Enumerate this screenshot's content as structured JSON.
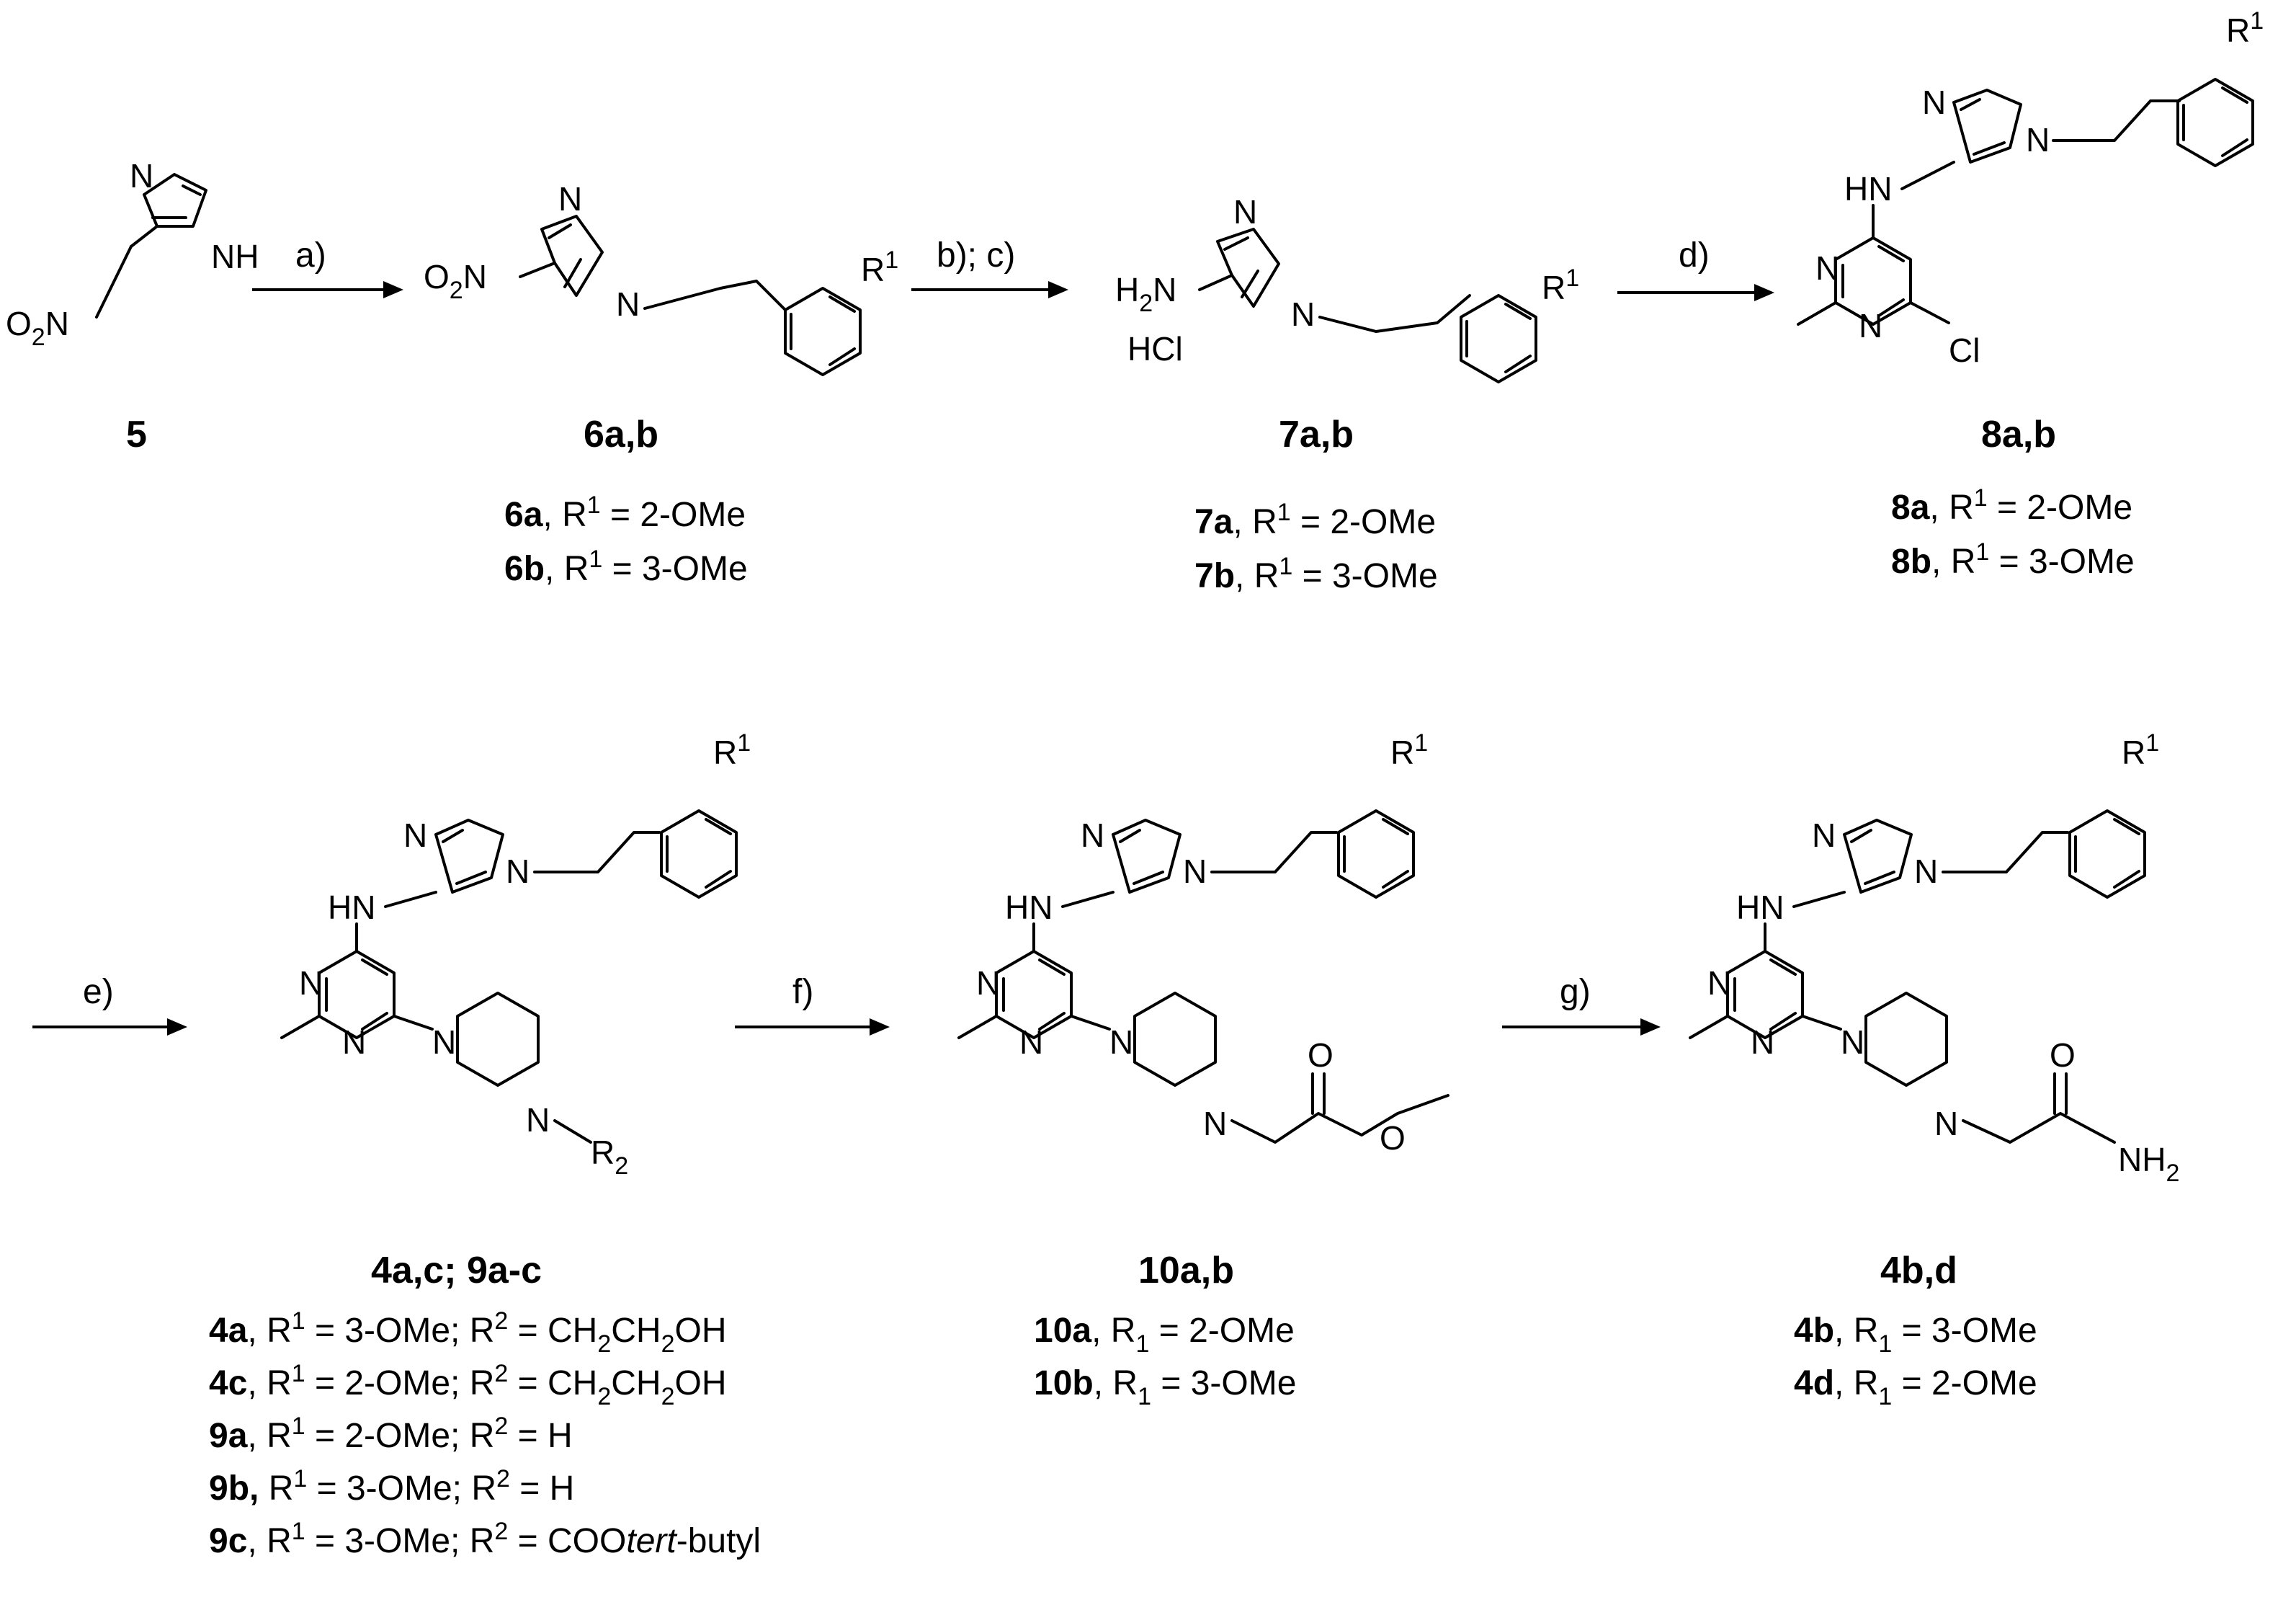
{
  "atoms": {
    "N": "N",
    "NH": "NH",
    "H": "H",
    "HN": "HN",
    "H2N_H": "H",
    "H2N_N": "N",
    "HCl": "HCl",
    "O2": "O",
    "O2sub": "2",
    "two": "2",
    "Cl": "Cl",
    "O": "O",
    "NH2_N": "NH",
    "R": "R",
    "one": "1"
  },
  "arrows": [
    {
      "label": "a)"
    },
    {
      "label": "b); c)"
    },
    {
      "label": "d)"
    },
    {
      "label": "e)"
    },
    {
      "label": "f)"
    },
    {
      "label": "g)"
    }
  ],
  "compounds": {
    "c5": {
      "id": "5"
    },
    "c6": {
      "id": "6a,b",
      "variants": [
        {
          "id": "6a",
          "rest": ", R",
          "sup": "1",
          "val": " = 2-OMe"
        },
        {
          "id": "6b",
          "rest": ", R",
          "sup": "1",
          "val": " = 3-OMe"
        }
      ]
    },
    "c7": {
      "id": "7a,b",
      "variants": [
        {
          "id": "7a",
          "rest": ", R",
          "sup": "1",
          "val": " = 2-OMe"
        },
        {
          "id": "7b",
          "rest": ", R",
          "sup": "1",
          "val": " = 3-OMe"
        }
      ]
    },
    "c8": {
      "id": "8a,b",
      "variants": [
        {
          "id": "8a",
          "rest": ", R",
          "sup": "1",
          "val": " = 2-OMe"
        },
        {
          "id": "8b",
          "rest": ", R",
          "sup": "1",
          "val": " = 3-OMe"
        }
      ]
    },
    "c4a": {
      "id": "4a,c; 9a-c",
      "variants": [
        {
          "id": "4a",
          "rest": ", R",
          "sup": "1",
          "val": " = 3-OMe; R",
          "sup2": "2",
          "val2": " = CH",
          "s1": "2",
          "v3": "CH",
          "s2": "2",
          "v4": "OH"
        },
        {
          "id": "4c",
          "rest": ", R",
          "sup": "1",
          "val": " = 2-OMe; R",
          "sup2": "2",
          "val2": " = CH",
          "s1": "2",
          "v3": "CH",
          "s2": "2",
          "v4": "OH"
        },
        {
          "id": "9a",
          "rest": ", R",
          "sup": "1",
          "val": " = 2-OMe; R",
          "sup2": "2",
          "val2": " = H"
        },
        {
          "id": "9b,",
          "rest": " R",
          "sup": "1",
          "val": " = 3-OMe; R",
          "sup2": "2",
          "val2": " = H"
        },
        {
          "id": "9c",
          "rest": ", R",
          "sup": "1",
          "val": " = 3-OMe; R",
          "sup2": "2",
          "val2": " = COO",
          "it": "tert",
          "tail": "-butyl"
        }
      ]
    },
    "c10": {
      "id": "10a,b",
      "variants": [
        {
          "id": "10a",
          "rest": ", R",
          "sub": "1",
          "val": " = 2-OMe"
        },
        {
          "id": "10b",
          "rest": ", R",
          "sub": "1",
          "val": " = 3-OMe"
        }
      ]
    },
    "c4b": {
      "id": "4b,d",
      "variants": [
        {
          "id": "4b",
          "rest": ", R",
          "sub": "1",
          "val": " = 3-OMe"
        },
        {
          "id": "4d",
          "rest": ", R",
          "sub": "1",
          "val": " = 2-OMe"
        }
      ]
    }
  }
}
